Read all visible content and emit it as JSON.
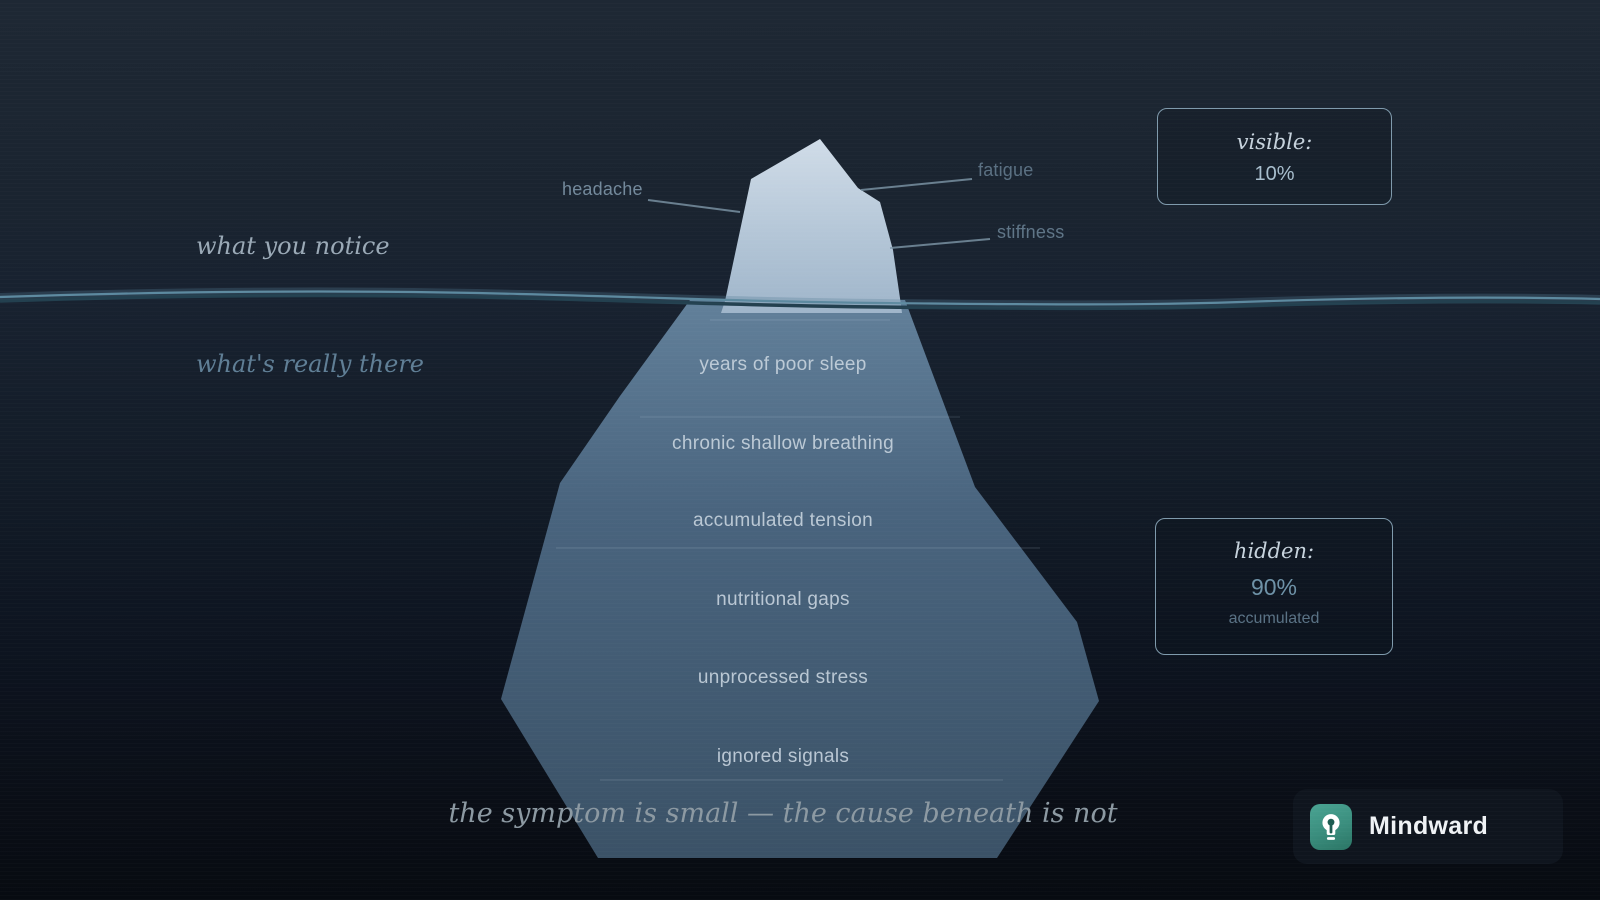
{
  "scene": {
    "surface_label": "what you notice",
    "depth_label": "what's really there",
    "caption": "the symptom is small — the cause beneath is not"
  },
  "iceberg": {
    "above_water_labels": [
      {
        "text": "headache"
      },
      {
        "text": "fatigue"
      },
      {
        "text": "stiffness"
      }
    ],
    "below_water_labels": [
      "years of poor sleep",
      "chronic shallow breathing",
      "accumulated tension",
      "nutritional gaps",
      "unprocessed stress",
      "ignored signals"
    ]
  },
  "stats": {
    "visible": {
      "title": "visible:",
      "value": "10%"
    },
    "hidden": {
      "title": "hidden:",
      "value": "90%",
      "subtitle": "accumulated"
    }
  },
  "brand": {
    "name": "Mindward",
    "icon": "lightbulb-icon",
    "icon_color": "#3f9483"
  },
  "colors": {
    "background_top": "#1e2834",
    "background_bottom": "#070b11",
    "iceberg_tip_top": "#ccd8e5",
    "iceberg_tip_bottom": "#a4b9cd",
    "iceberg_underwater_top": "#5f7b93",
    "iceberg_underwater_bottom": "#3c5368",
    "waterline": "#5d8aa0",
    "stat_border": "#7f9aac"
  }
}
